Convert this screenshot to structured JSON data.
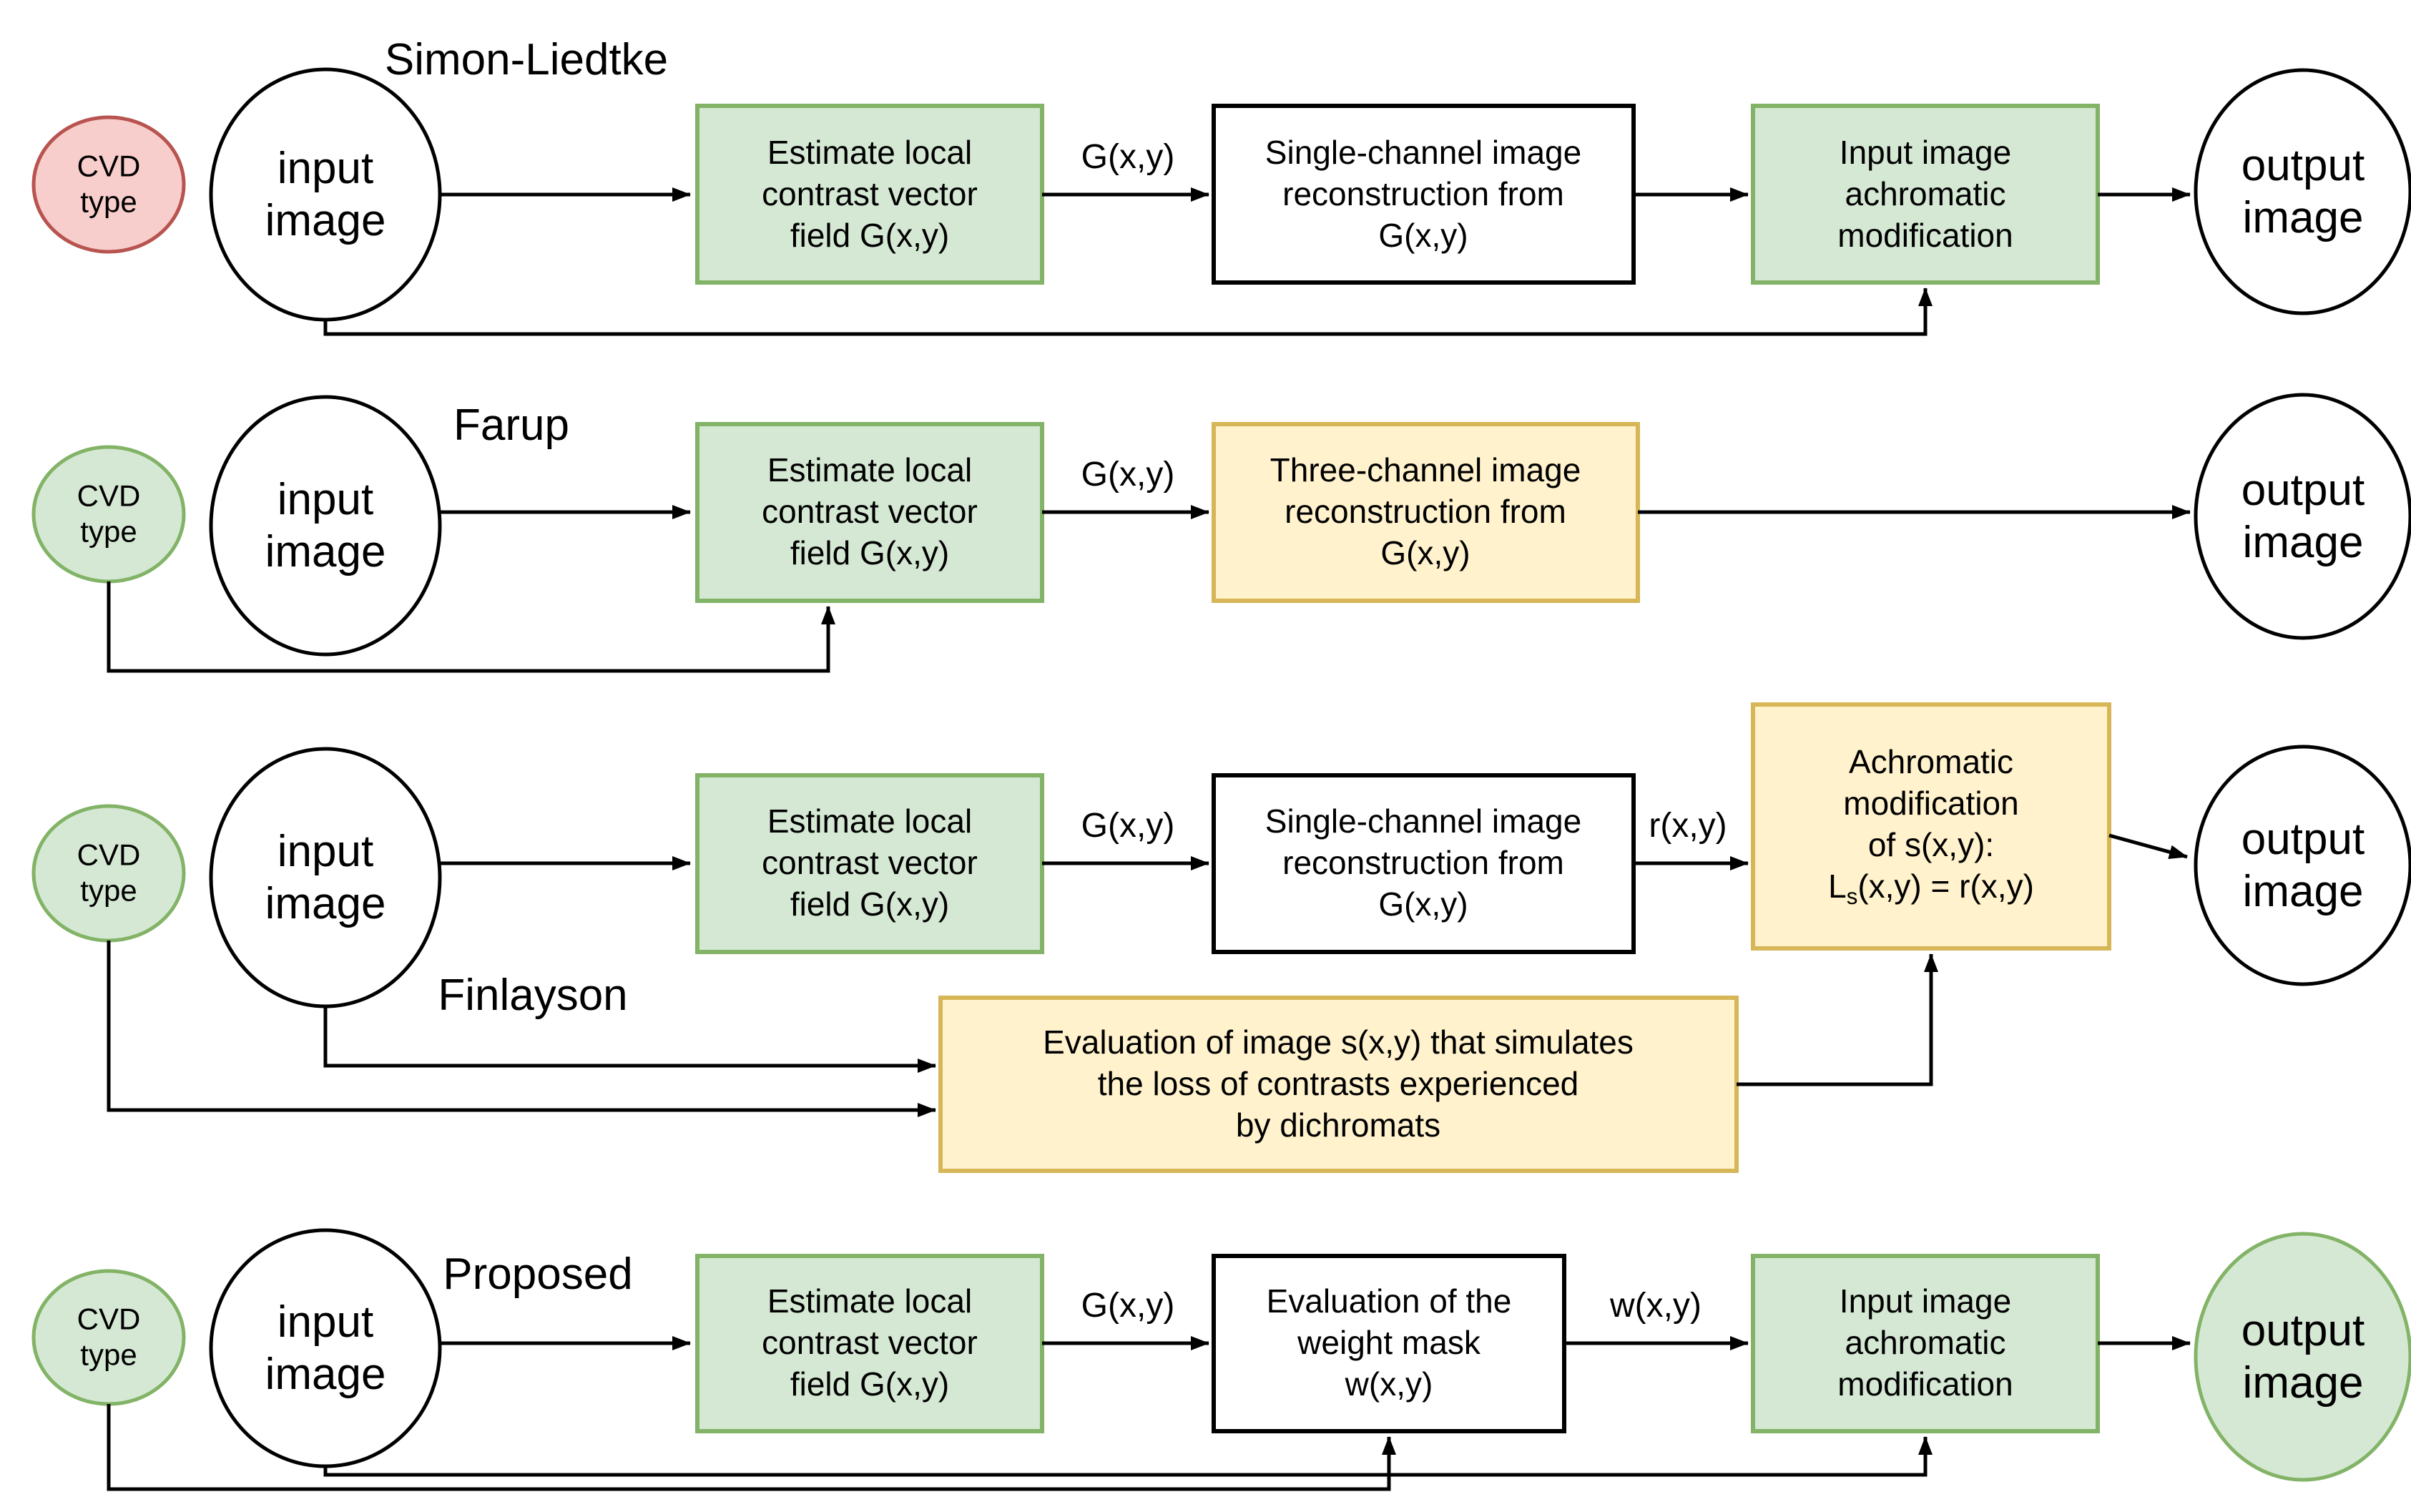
{
  "palette": {
    "outline": "#000000",
    "white": "#ffffff",
    "green_fill": "#d5e8d4",
    "green_stroke": "#82b366",
    "yellow_fill": "#fff2cc",
    "yellow_stroke": "#d6b656",
    "red_fill": "#f8cecc",
    "red_stroke": "#b85450"
  },
  "rows": [
    {
      "title": "Simon-Liedtke",
      "cvd_label": "CVD\ntype",
      "input_label": "input\nimage",
      "output_label": "output\nimage",
      "boxes": {
        "estimate": "Estimate local\ncontrast vector\nfield G(x,y)",
        "reconstruct": "Single-channel image\nreconstruction from\nG(x,y)",
        "achromatic": "Input image\nachromatic\nmodification"
      },
      "edge_labels": {
        "g": "G(x,y)"
      }
    },
    {
      "title": "Farup",
      "cvd_label": "CVD\ntype",
      "input_label": "input\nimage",
      "output_label": "output\nimage",
      "boxes": {
        "estimate": "Estimate local\ncontrast vector\nfield G(x,y)",
        "reconstruct": "Three-channel image\nreconstruction from\nG(x,y)"
      },
      "edge_labels": {
        "g": "G(x,y)"
      }
    },
    {
      "title": "Finlayson",
      "cvd_label": "CVD\ntype",
      "input_label": "input\nimage",
      "output_label": "output\nimage",
      "boxes": {
        "estimate": "Estimate local\ncontrast vector\nfield G(x,y)",
        "reconstruct": "Single-channel image\nreconstruction from\nG(x,y)",
        "achromatic_s": {
          "lines": "Achromatic\nmodification\nof s(x,y):",
          "formula_pre": "L",
          "formula_sub": "s",
          "formula_post": "(x,y) = r(x,y)"
        },
        "simulation": "Evaluation of image s(x,y) that simulates\nthe loss of contrasts experienced\nby dichromats"
      },
      "edge_labels": {
        "g": "G(x,y)",
        "r": "r(x,y)"
      }
    },
    {
      "title": "Proposed",
      "cvd_label": "CVD\ntype",
      "input_label": "input\nimage",
      "output_label": "output\nimage",
      "boxes": {
        "estimate": "Estimate local\ncontrast vector\nfield G(x,y)",
        "weight_mask": "Evaluation of the\nweight mask\nw(x,y)",
        "achromatic": "Input image\nachromatic\nmodification"
      },
      "edge_labels": {
        "g": "G(x,y)",
        "w": "w(x,y)"
      }
    }
  ]
}
